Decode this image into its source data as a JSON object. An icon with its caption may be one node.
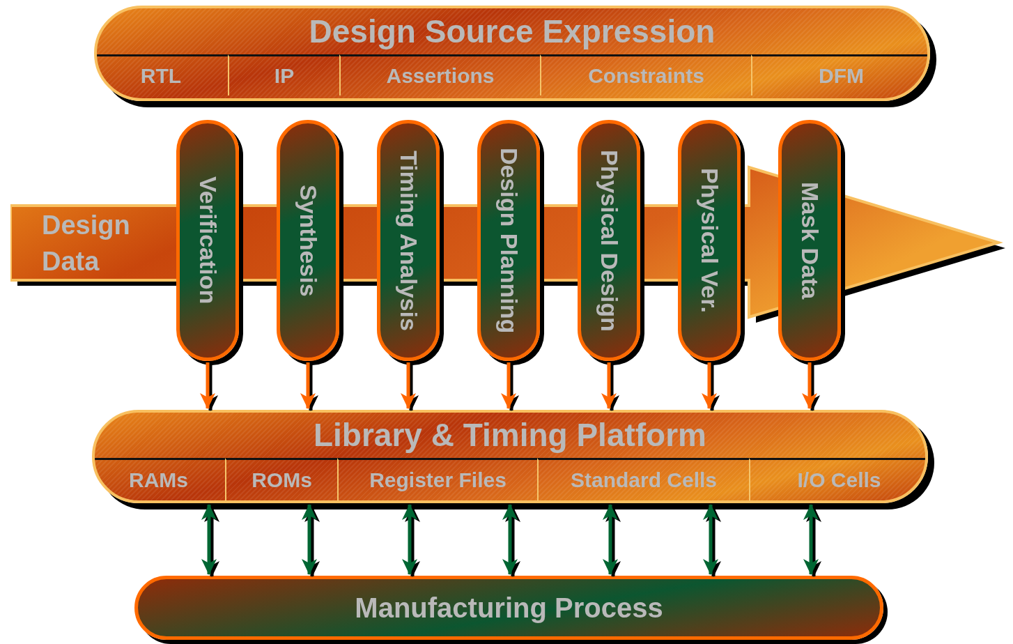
{
  "diagram": {
    "nodes": [
      {
        "text": [
          "Design Source Expression"
        ]
      },
      {
        "text": [
          "RTL"
        ],
        "in": 0
      },
      {
        "text": [
          "IP"
        ],
        "in": 0
      },
      {
        "text": [
          "Assertions"
        ],
        "in": 0
      },
      {
        "text": [
          "Constraints"
        ],
        "in": 0
      },
      {
        "text": [
          "DFM"
        ],
        "in": 0
      },
      {
        "text": [
          "Design Data"
        ]
      },
      {
        "text": [
          "Verification"
        ]
      },
      {
        "text": [
          "Synthesis"
        ]
      },
      {
        "text": [
          "Timing Analysis"
        ]
      },
      {
        "text": [
          "Design Planning"
        ]
      },
      {
        "text": [
          "Physical Design"
        ]
      },
      {
        "text": [
          "Physical Ver."
        ]
      },
      {
        "text": [
          "Mask Data"
        ]
      },
      {
        "text": [
          "Library & Timing Platform"
        ]
      },
      {
        "text": [
          "RAMs"
        ],
        "in": 14
      },
      {
        "text": [
          "ROMs"
        ],
        "in": 14
      },
      {
        "text": [
          "Register Files"
        ],
        "in": 14
      },
      {
        "text": [
          "Standard Cells"
        ],
        "in": 14
      },
      {
        "text": [
          "I/O Cells"
        ],
        "in": 14
      },
      {
        "text": [
          "Manufacturing Process"
        ]
      }
    ],
    "edges": [
      {
        "from": 7,
        "to": 14,
        "arrow": "to",
        "color": "#ff6600"
      },
      {
        "from": 8,
        "to": 14,
        "arrow": "to",
        "color": "#ff6600"
      },
      {
        "from": 9,
        "to": 14,
        "arrow": "to",
        "color": "#ff6600"
      },
      {
        "from": 10,
        "to": 14,
        "arrow": "to",
        "color": "#ff6600"
      },
      {
        "from": 11,
        "to": 14,
        "arrow": "to",
        "color": "#ff6600"
      },
      {
        "from": 12,
        "to": 14,
        "arrow": "to",
        "color": "#ff6600"
      },
      {
        "from": 13,
        "to": 14,
        "arrow": "to",
        "color": "#ff6600"
      },
      {
        "from": 14,
        "to": 20,
        "arrow": "both",
        "color": "#006633"
      },
      {
        "from": 14,
        "to": 20,
        "arrow": "both",
        "color": "#006633"
      },
      {
        "from": 14,
        "to": 20,
        "arrow": "both",
        "color": "#006633"
      },
      {
        "from": 14,
        "to": 20,
        "arrow": "both",
        "color": "#006633"
      },
      {
        "from": 14,
        "to": 20,
        "arrow": "both",
        "color": "#006633"
      },
      {
        "from": 14,
        "to": 20,
        "arrow": "both",
        "color": "#006633"
      },
      {
        "from": 14,
        "to": 20,
        "arrow": "both",
        "color": "#006633"
      }
    ]
  }
}
